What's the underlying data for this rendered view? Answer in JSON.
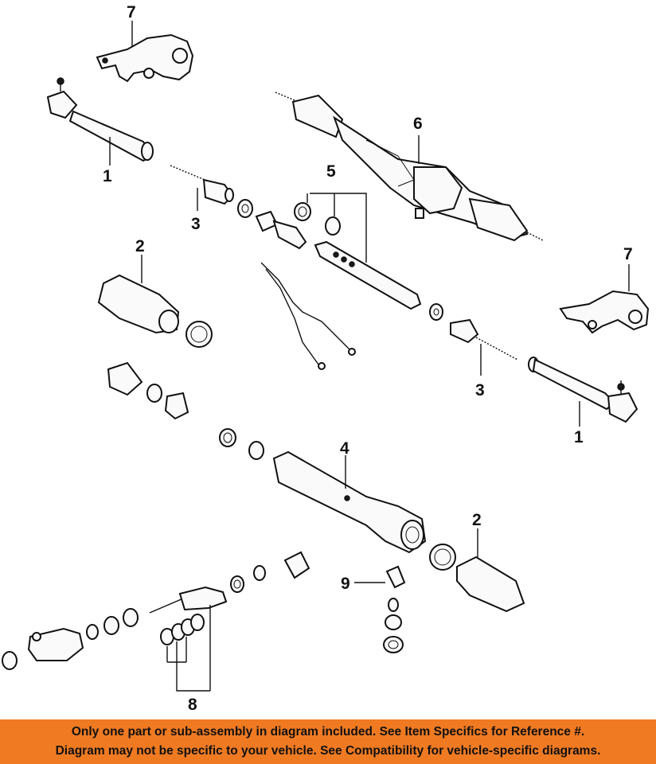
{
  "callouts": {
    "c1_upper": "1",
    "c1_lower": "1",
    "c2_upper": "2",
    "c2_lower": "2",
    "c3_upper": "3",
    "c3_lower": "3",
    "c4": "4",
    "c5": "5",
    "c6": "6",
    "c7_upper": "7",
    "c7_lower": "7",
    "c8": "8",
    "c9": "9"
  },
  "footer": {
    "line1": "Only one part or sub-assembly in diagram included. See Item Specifics for Reference #.",
    "line2": "Diagram may not be specific to your vehicle. See Compatibility for vehicle-specific diagrams."
  },
  "colors": {
    "banner": "#f07a22",
    "ink": "#111111"
  }
}
